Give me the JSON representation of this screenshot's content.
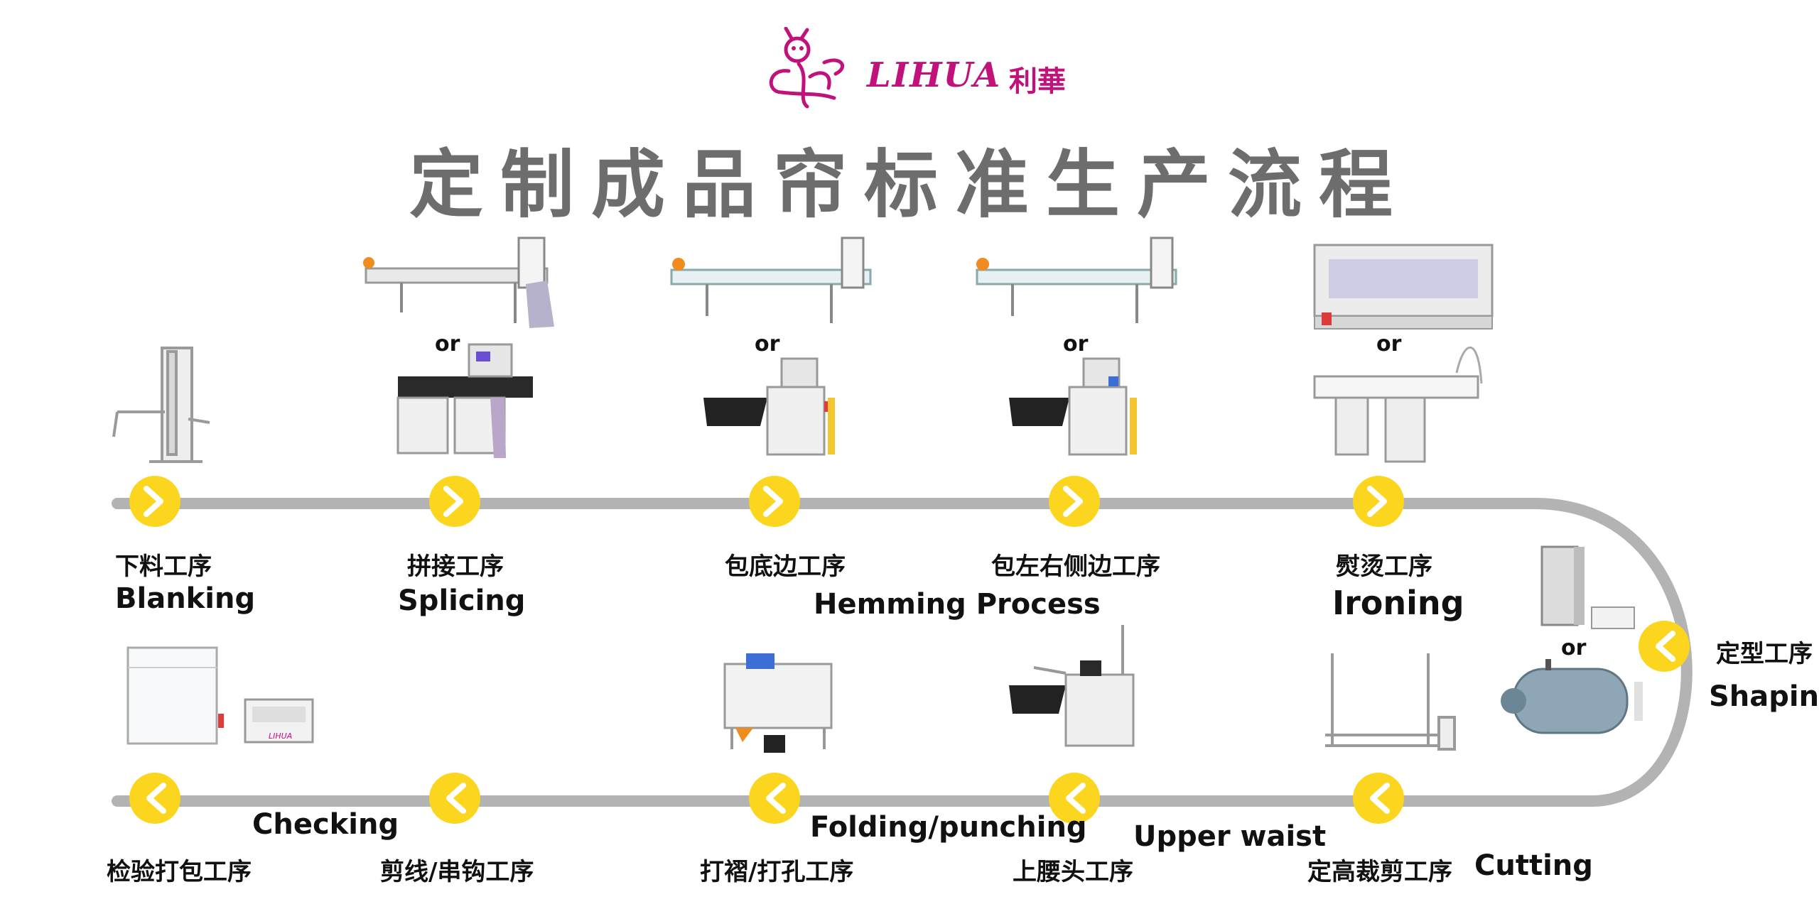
{
  "brand": {
    "name": "LIHUA",
    "name_cn": "利華",
    "logo_icon": "bee-mascot-icon"
  },
  "title": "定制成品帘标准生产流程",
  "colors": {
    "flow_line": "#b3b3b3",
    "step_marker": "#fbd51e",
    "marker_arrow": "#ffffff",
    "brand": "#c0127a",
    "title": "#6d6d6d"
  },
  "or_text": "or",
  "top_steps": [
    {
      "cn": "下料工序",
      "en": "Blanking"
    },
    {
      "cn": "拼接工序",
      "en": "Splicing"
    },
    {
      "cn": "包底边工序",
      "en": ""
    },
    {
      "cn": "包左右侧边工序",
      "en": ""
    },
    {
      "cn": "熨烫工序",
      "en": "Ironing"
    }
  ],
  "hemming_label": "Hemming Process",
  "shaping": {
    "cn": "定型工序",
    "en": "Shaping"
  },
  "bottom_steps": [
    {
      "cn": "检验打包工序",
      "en": "Checking"
    },
    {
      "cn": "剪线/串钩工序",
      "en": ""
    },
    {
      "cn": "打褶/打孔工序",
      "en": "Folding/punching"
    },
    {
      "cn": "上腰头工序",
      "en": "Upper waist"
    },
    {
      "cn": "定高裁剪工序",
      "en": "Cutting"
    }
  ]
}
